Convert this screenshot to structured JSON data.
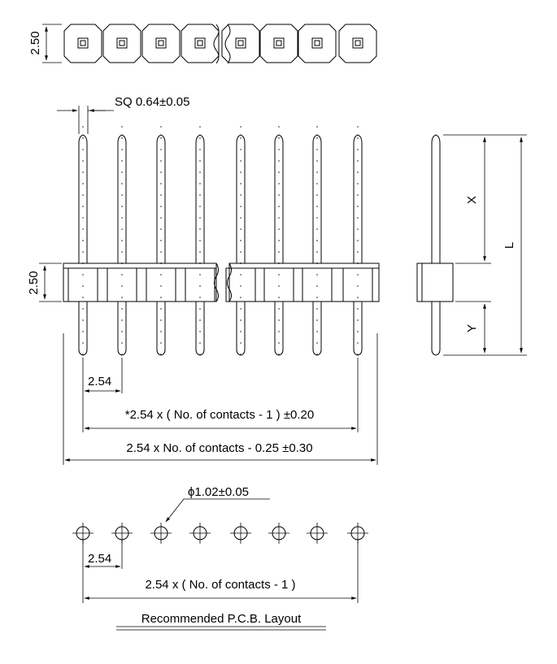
{
  "top_view": {
    "pitch_height_label": "2.50",
    "contact_count_shown": 8
  },
  "front_view": {
    "pin_square_label": "SQ 0.64±0.05",
    "body_height_label": "2.50",
    "pitch_label": "2.54",
    "pin_span_label": "*2.54 x ( No. of contacts - 1 ) ±0.20",
    "overall_length_label": "2.54 x No. of contacts - 0.25 ±0.30"
  },
  "side_view": {
    "x_label": "X",
    "y_label": "Y",
    "l_label": "L"
  },
  "pcb_layout": {
    "hole_diameter_label": "ϕ1.02±0.05",
    "pitch_label": "2.54",
    "span_label": "2.54 x ( No. of contacts - 1 )",
    "hole_count_shown": 8,
    "caption": "Recommended P.C.B. Layout"
  }
}
